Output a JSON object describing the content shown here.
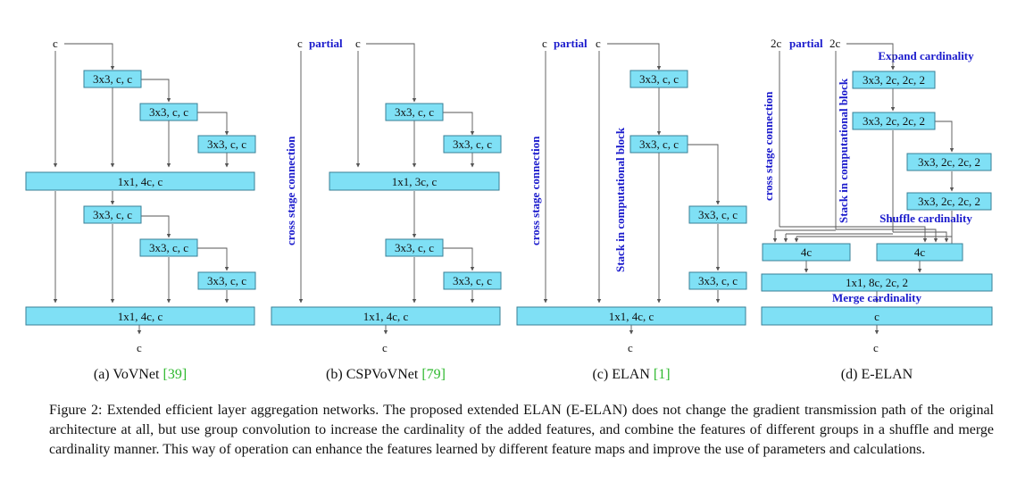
{
  "panels": {
    "a": {
      "input": "c",
      "boxes": [
        "3x3, c, c",
        "3x3, c, c",
        "3x3, c, c",
        "1x1, 4c, c",
        "3x3, c, c",
        "3x3, c, c",
        "3x3, c, c",
        "1x1, 4c, c"
      ],
      "output": "c",
      "subtitle": "(a) VoVNet ",
      "ref": "[39]"
    },
    "b": {
      "input_left": "c",
      "partial": "partial",
      "input_right": "c",
      "side_label": "cross stage connection",
      "boxes": [
        "3x3, c, c",
        "3x3, c, c",
        "1x1, 3c, c",
        "3x3, c, c",
        "3x3, c, c",
        "1x1, 4c, c"
      ],
      "output": "c",
      "subtitle": "(b) CSPVoVNet ",
      "ref": "[79]"
    },
    "c": {
      "input_left": "c",
      "partial": "partial",
      "input_right": "c",
      "side_label": "cross stage connection",
      "stack_label": "Stack in computational block",
      "boxes": [
        "3x3, c, c",
        "3x3, c, c",
        "3x3, c, c",
        "3x3, c, c",
        "1x1, 4c, c"
      ],
      "output": "c",
      "subtitle": "(c) ELAN ",
      "ref": "[1]"
    },
    "d": {
      "input_left": "2c",
      "partial": "partial",
      "input_right": "2c",
      "side_label": "cross stage connection",
      "stack_label": "Stack in computational block",
      "expand_label": "Expand cardinality",
      "shuffle_label": "Shuffle cardinality",
      "merge_label": "Merge cardinality",
      "boxes": [
        "3x3, 2c, 2c, 2",
        "3x3, 2c, 2c, 2",
        "3x3, 2c, 2c, 2",
        "3x3, 2c, 2c, 2",
        "4c",
        "4c",
        "1x1, 8c, 2c, 2",
        "c"
      ],
      "output": "c",
      "subtitle": "(d) E-ELAN"
    }
  },
  "caption": "Figure 2: Extended efficient layer aggregation networks. The proposed extended ELAN (E-ELAN) does not change the gradient transmission path of the original architecture at all, but use group convolution to increase the cardinality of the added features, and combine the features of different groups in a shuffle and merge cardinality manner. This way of operation can enhance the features learned by different feature maps and improve the use of parameters and calculations.",
  "colors": {
    "box_fill": "#7fe0f5",
    "box_stroke": "#3a7f96",
    "label_blue": "#1a1acc",
    "ref_green": "#2db82d"
  }
}
